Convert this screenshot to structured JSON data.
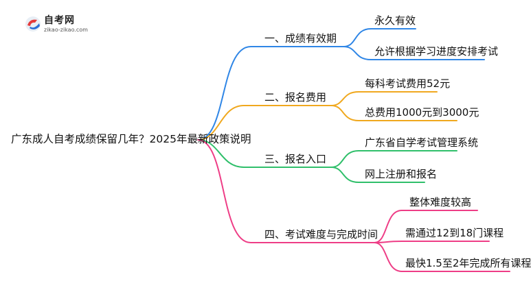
{
  "logo": {
    "name": "自考网",
    "url": "zikao-zikao.com"
  },
  "root": "广东成人自考成绩保留几年？2025年最新政策说明",
  "branches": [
    {
      "label": "一、成绩有效期",
      "color": "#2f86e6",
      "children": [
        "永久有效",
        "允许根据学习进度安排考试"
      ]
    },
    {
      "label": "二、报名费用",
      "color": "#f0a81e",
      "children": [
        "每科考试费用52元",
        "总费用1000元到3000元"
      ]
    },
    {
      "label": "三、报名入口",
      "color": "#2fbf6a",
      "children": [
        "广东省自学考试管理系统",
        "网上注册和报名"
      ]
    },
    {
      "label": "四、考试难度与完成时间",
      "color": "#ee3d86",
      "children": [
        "整体难度较高",
        "需通过12到18门课程",
        "最快1.5至2年完成所有课程"
      ]
    }
  ]
}
